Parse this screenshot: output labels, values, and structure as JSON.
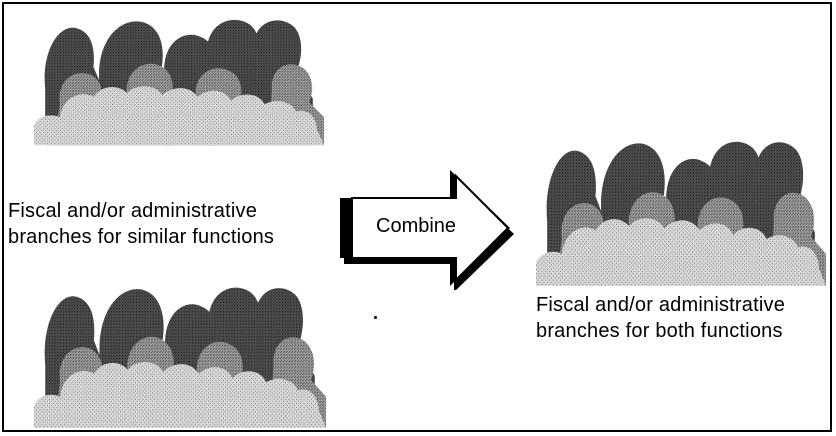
{
  "diagram": {
    "source_caption_line1": "Fiscal and/or administrative",
    "source_caption_line2": "branches for similar functions",
    "arrow_label": "Combine",
    "result_caption_line1": "Fiscal and/or administrative",
    "result_caption_line2": "branches for both functions"
  },
  "colors": {
    "frame": "#000000",
    "crowd_dark": "#3a3a3a",
    "crowd_mid": "#6e6e6e",
    "crowd_light": "#b9b9b9",
    "arrow_fill": "#ffffff",
    "arrow_shadow": "#000000"
  }
}
